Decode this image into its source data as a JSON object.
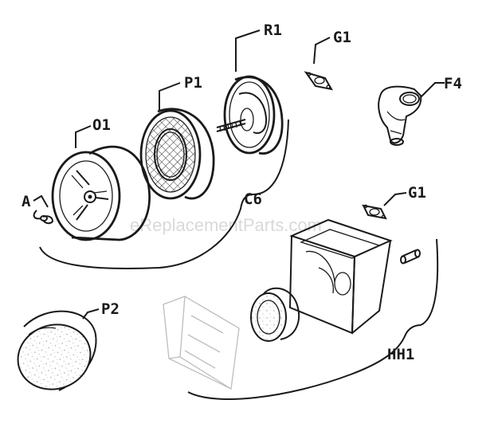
{
  "watermark": "eReplacementParts.com",
  "labels": {
    "o1": "O1",
    "p1": "P1",
    "r1": "R1",
    "g1_top": "G1",
    "f4": "F4",
    "a": "A",
    "c6": "C6",
    "g1_mid": "G1",
    "p2": "P2",
    "hh1": "HH1"
  }
}
